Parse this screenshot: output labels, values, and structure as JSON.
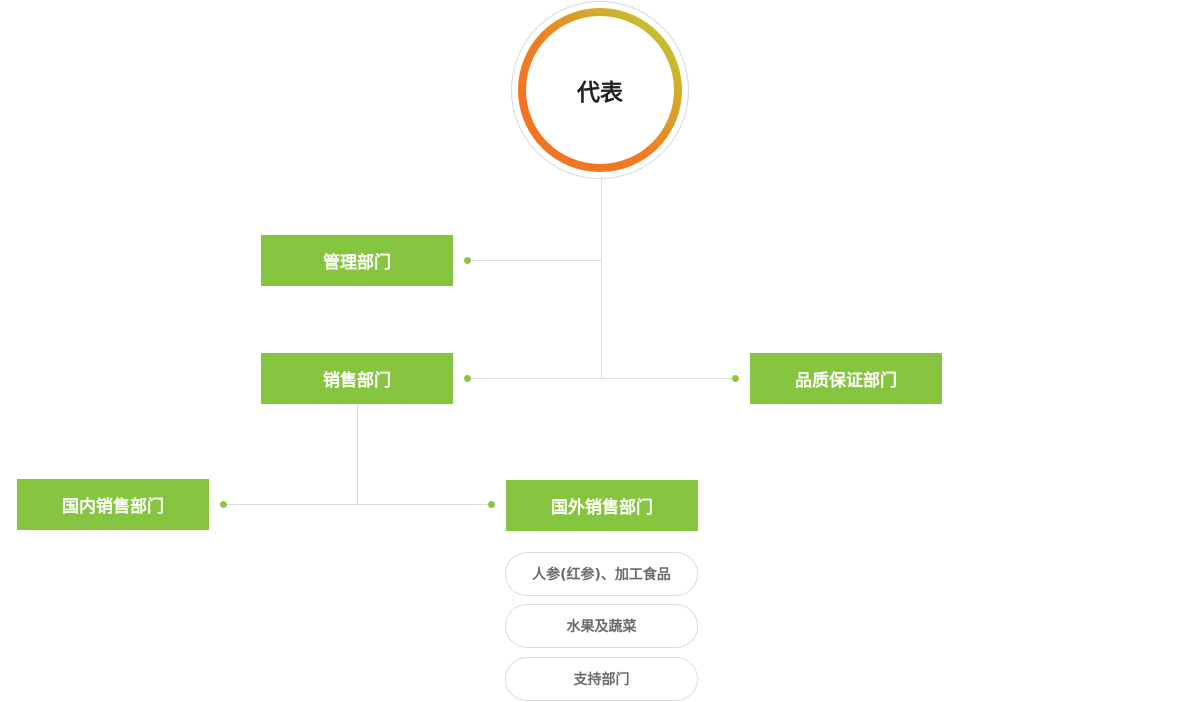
{
  "org": {
    "root": {
      "label": "代表"
    },
    "management": {
      "label": "管理部门"
    },
    "sales": {
      "label": "销售部门"
    },
    "quality": {
      "label": "品质保证部门"
    },
    "domestic_sales": {
      "label": "国内销售部门"
    },
    "overseas_sales": {
      "label": "国外销售部门"
    },
    "overseas_units": [
      {
        "label": "人参(红参)、加工食品"
      },
      {
        "label": "水果及蔬菜"
      },
      {
        "label": "支持部门"
      }
    ]
  },
  "colors": {
    "box_green": "#86c540",
    "dot_green": "#8dc63f",
    "ring_orange": "#f37021",
    "ring_green": "#b8d432",
    "connector": "#dcdcdc"
  }
}
